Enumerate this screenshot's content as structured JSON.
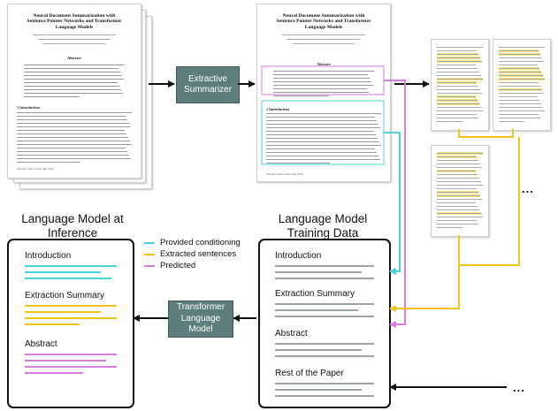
{
  "paper": {
    "title": "Neural Document Summarization with Sentence Pointer Networks and Transformer Language Models",
    "abstract_heading": "Abstract",
    "intro_heading": "1   Introduction",
    "footer": "Preprint. Under review. May 2019."
  },
  "extractive_summarizer": {
    "label": "Extractive Summarizer"
  },
  "transformer_lm": {
    "label": "Transformer Language Model"
  },
  "headings": {
    "inference": "Language Model at Inference",
    "training": "Language Model Training Data"
  },
  "legend": [
    {
      "label": "Provided conditioning",
      "color": "#48d1de"
    },
    {
      "label": "Extracted sentences",
      "color": "#f2c318"
    },
    {
      "label": "Predicted",
      "color": "#d77ce0"
    }
  ],
  "inference_panel": {
    "sections": [
      "Introduction",
      "Extraction Summary",
      "Abstract"
    ]
  },
  "training_panel": {
    "sections": [
      "Introduction",
      "Extraction Summary",
      "Abstract",
      "Rest of the Paper"
    ]
  },
  "ellipsis": "..."
}
